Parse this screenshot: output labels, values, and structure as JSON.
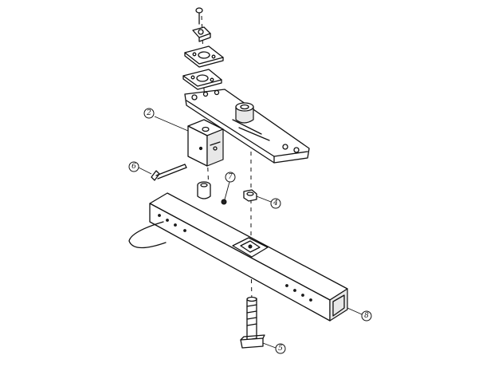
{
  "callouts": [
    {
      "id": "part-2",
      "label": "2"
    },
    {
      "id": "part-6",
      "label": "6"
    },
    {
      "id": "part-7",
      "label": "7"
    },
    {
      "id": "part-4",
      "label": "4"
    },
    {
      "id": "part-8",
      "label": "8"
    },
    {
      "id": "part-5",
      "label": "5"
    }
  ]
}
